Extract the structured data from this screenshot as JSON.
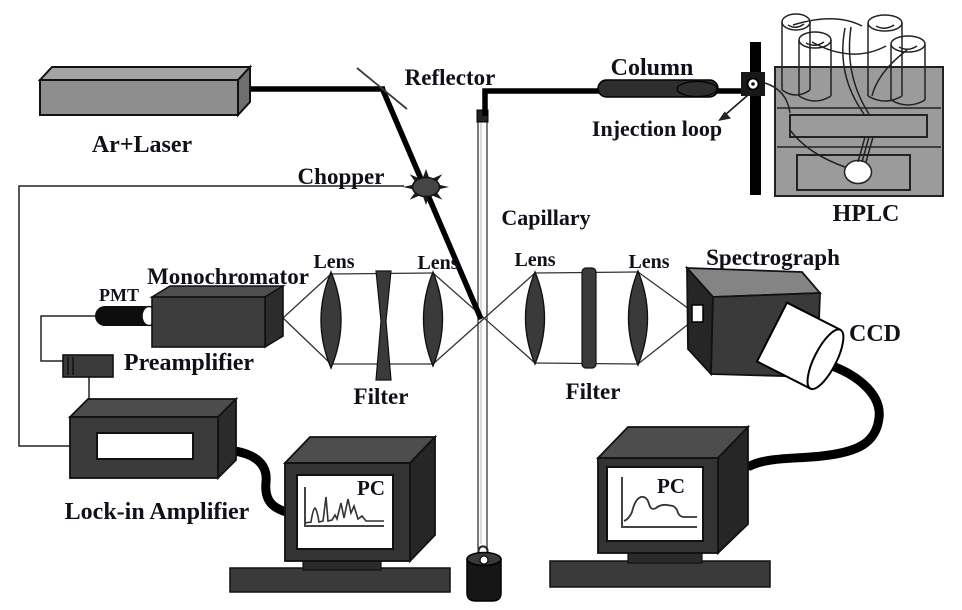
{
  "diagram": {
    "kind": "instrument-schematic",
    "labels": {
      "laser": "Ar+Laser",
      "reflector": "Reflector",
      "chopper": "Chopper",
      "column": "Column",
      "injection_loop": "Injection loop",
      "hplc": "HPLC",
      "capillary": "Capillary",
      "monochromator": "Monochromator",
      "pmt": "PMT",
      "preamplifier": "Preamplifier",
      "lens": "Lens",
      "filter": "Filter",
      "spectrograph": "Spectrograph",
      "ccd": "CCD",
      "lock_in_amplifier": "Lock-in Amplifier",
      "pc": "PC"
    },
    "icons": {
      "pc1_screen": "chromatogram-sharp-peaks",
      "pc2_screen": "chromatogram-broad-peaks",
      "chopper_icon": "chopper-wheel-star",
      "flask_icon": "mixer-flask"
    },
    "colors": {
      "background": "#ffffff",
      "equipment_dark": "#3b3b3b",
      "equipment_side": "#2a2a2a",
      "equipment_top": "#4d4d4d",
      "laser_gray": "#8e8e8e",
      "hplc_gray": "#9b9b9b",
      "spectrograph_top": "#848484",
      "beam_black": "#000000",
      "text": "#10101a",
      "screen_white": "#ffffff"
    }
  }
}
